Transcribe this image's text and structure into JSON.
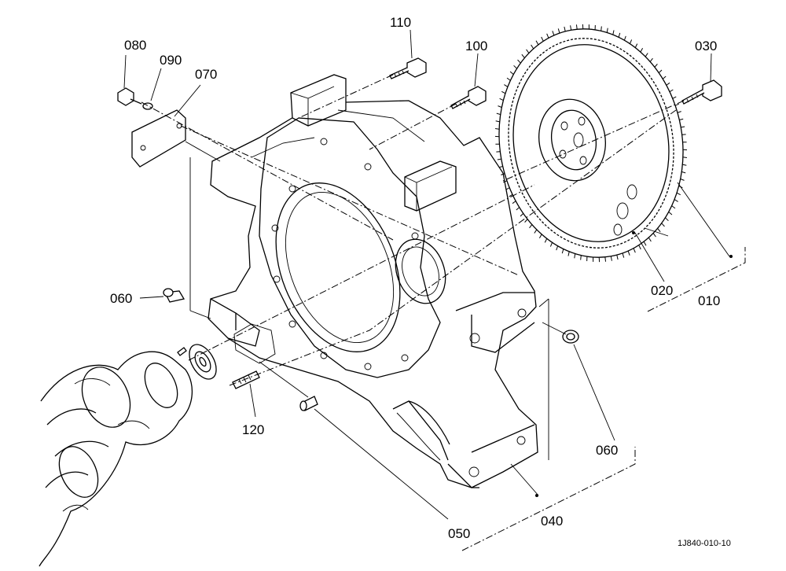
{
  "callouts": {
    "p010": "010",
    "p020": "020",
    "p030": "030",
    "p040": "040",
    "p050": "050",
    "p060a": "060",
    "p060b": "060",
    "p070": "070",
    "p080": "080",
    "p090": "090",
    "p100": "100",
    "p110": "110",
    "p120": "120"
  },
  "drawing_code": "1J840-010-10"
}
